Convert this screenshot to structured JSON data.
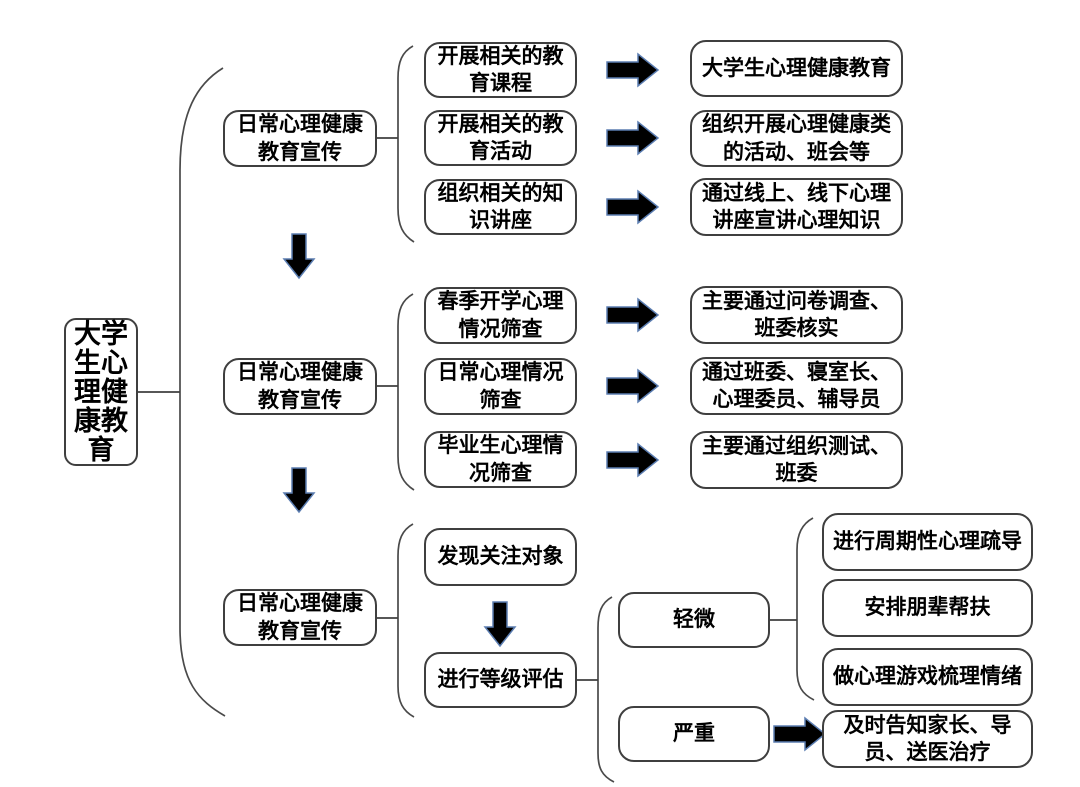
{
  "figure": {
    "type": "flowchart",
    "background": "#ffffff"
  },
  "palette": {
    "box_fill": "#ffffff",
    "box_border": "#3f3f3f",
    "text": "#000000",
    "connector": "#4a4a4a",
    "arrow_fill": "#000000",
    "arrow_edge": "#5b7db1"
  },
  "root": {
    "label": "大学生心理健康教育"
  },
  "groups": [
    {
      "parent": "日常心理健康\n教育宣传",
      "items": [
        {
          "action": "开展相关的教\n育课程",
          "result": "大学生心理健康教育"
        },
        {
          "action": "开展相关的教\n育活动",
          "result": "组织开展心理健康类\n的活动、班会等"
        },
        {
          "action": "组织相关的知\n识讲座",
          "result": "通过线上、线下心理\n讲座宣讲心理知识"
        }
      ]
    },
    {
      "parent": "日常心理健康\n教育宣传",
      "items": [
        {
          "action": "春季开学心理\n情况筛查",
          "result": "主要通过问卷调查、\n班委核实"
        },
        {
          "action": "日常心理情况\n筛查",
          "result": "通过班委、寝室长、\n心理委员、辅导员"
        },
        {
          "action": "毕业生心理情\n况筛查",
          "result": "主要通过组织测试、\n班委"
        }
      ]
    },
    {
      "parent": "日常心理健康\n教育宣传",
      "discover": "发现关注对象",
      "assess": "进行等级评估",
      "levels": [
        {
          "label": "轻微",
          "actions": [
            "进行周期性心理疏导",
            "安排朋辈帮扶",
            "做心理游戏梳理情绪"
          ]
        },
        {
          "label": "严重",
          "actions": [
            "及时告知家长、导\n员、送医治疗"
          ]
        }
      ]
    }
  ]
}
